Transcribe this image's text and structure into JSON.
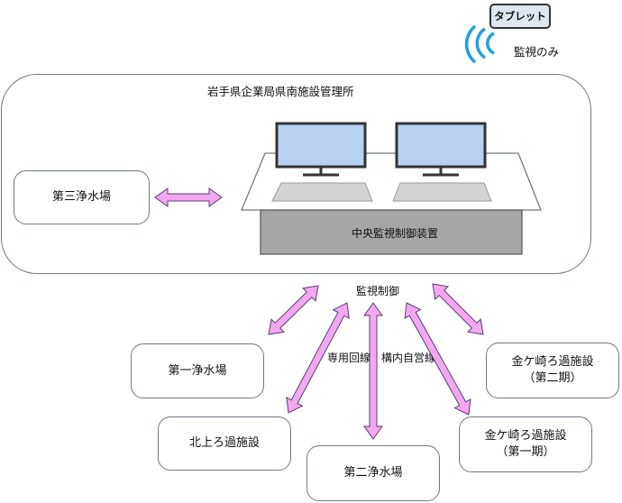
{
  "tablet": {
    "label": "タブレット",
    "note": "監視のみ"
  },
  "office": {
    "title": "岩手県企業局県南施設管理所"
  },
  "console": {
    "label": "中央監視制御装置"
  },
  "facilities": {
    "daisan": "第三浄水場",
    "daiichi": "第一浄水場",
    "kitakami": "北上ろ過施設",
    "daini": "第二浄水場",
    "kanegasaki_2": "金ケ崎ろ過施設\n（第二期）",
    "kanegasaki_1": "金ケ崎ろ過施設\n（第一期）"
  },
  "links": {
    "control_label": "監視制御",
    "line_label": "専用回線、構内自営線"
  },
  "colors": {
    "arrow_fill": "#f2a8ef",
    "arrow_stroke": "#5a3d7a",
    "box_border": "#6f7a86",
    "monitor_screen": "#b9d2f2",
    "console_base": "#a6a6a6"
  }
}
